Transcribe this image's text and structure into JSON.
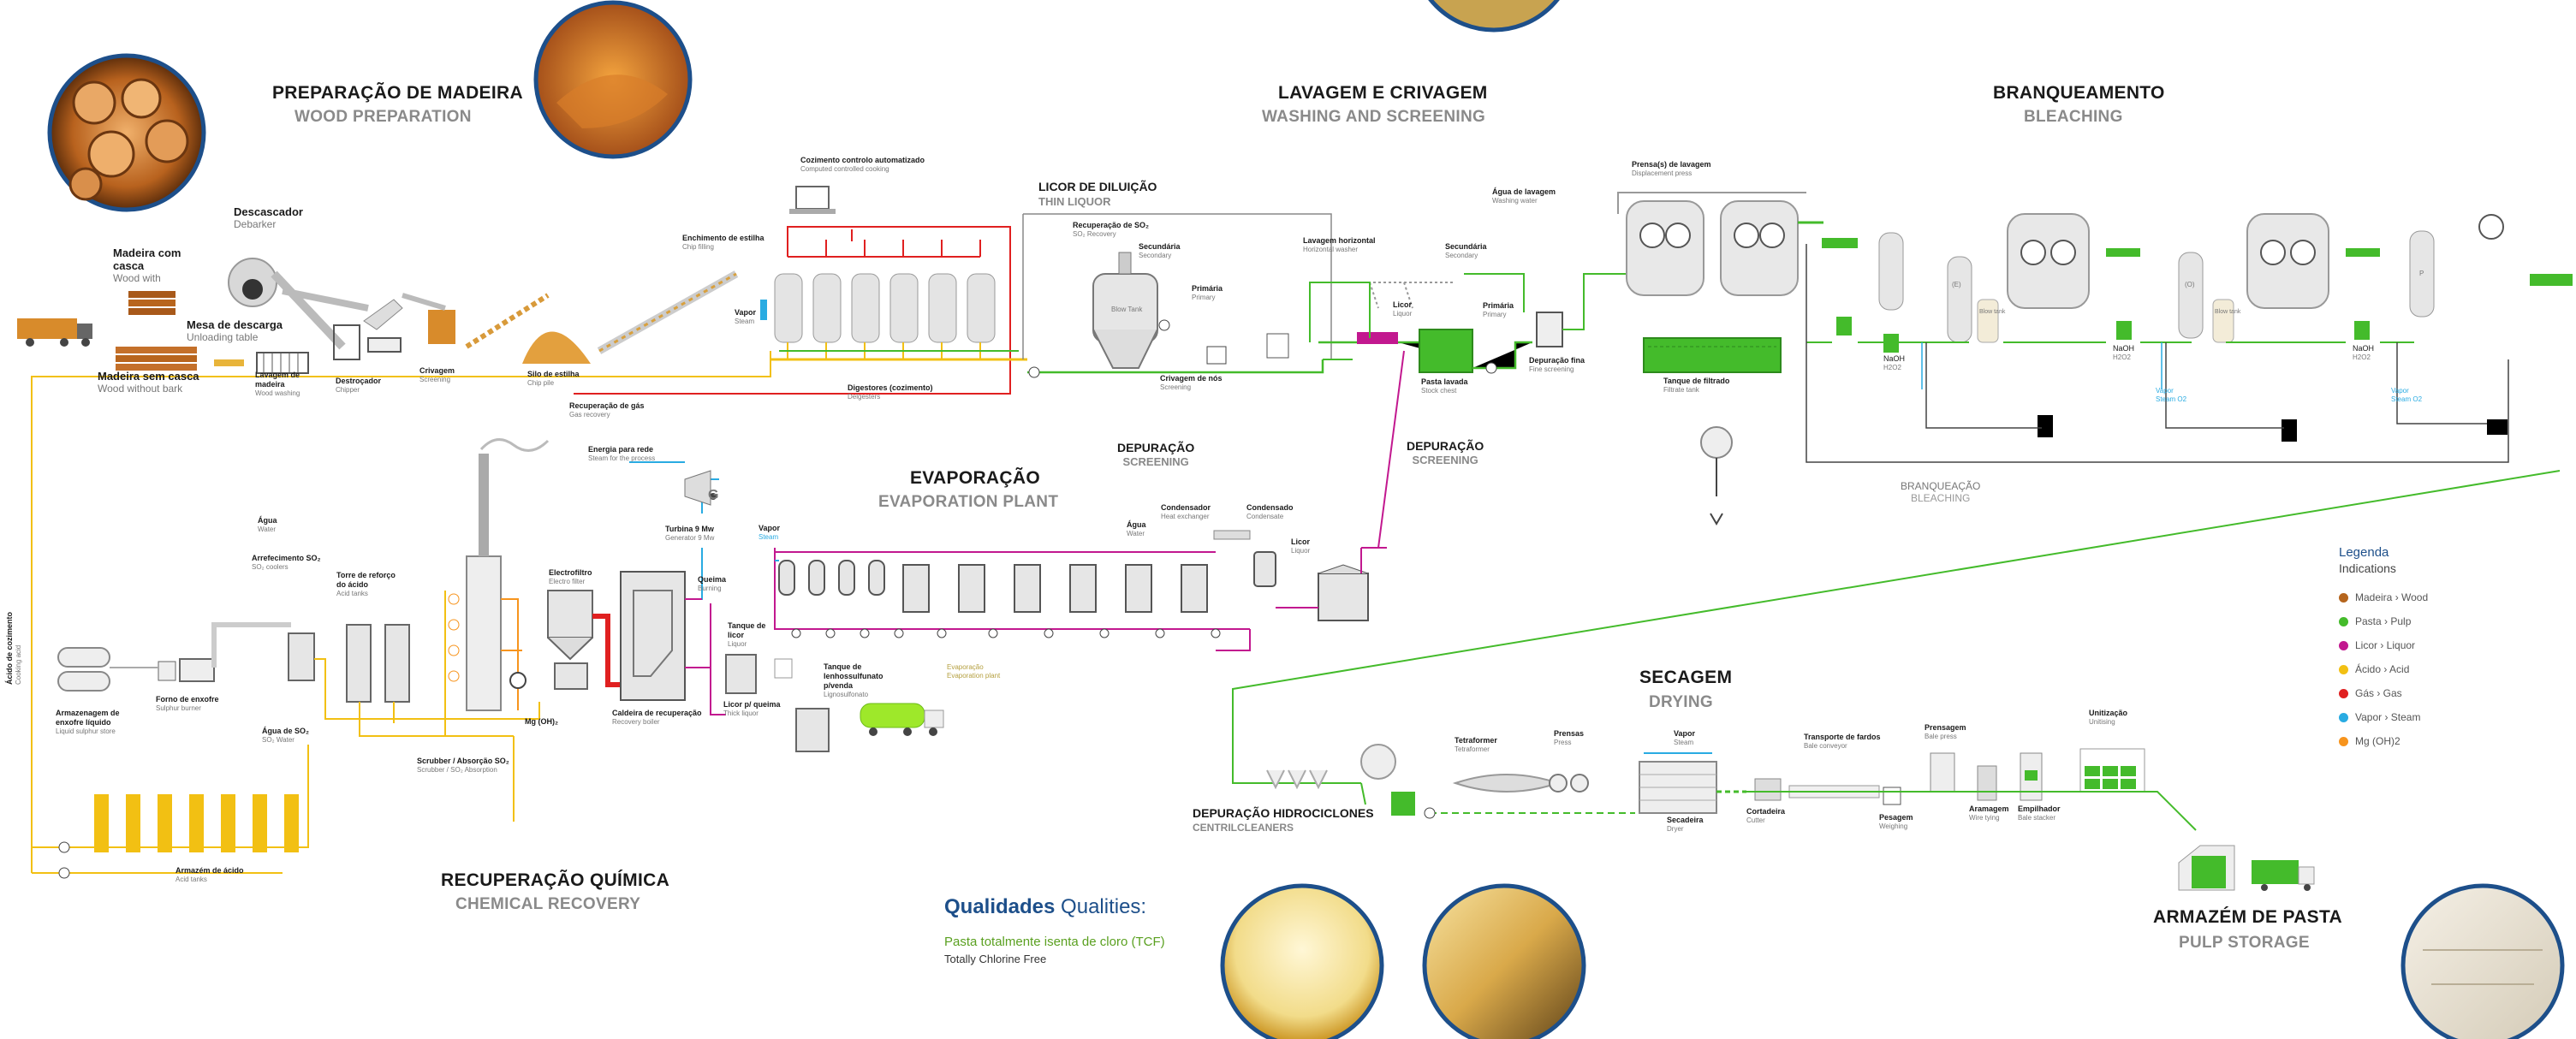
{
  "sections": {
    "wood_prep": {
      "title": "PREPARAÇÃO DE MADEIRA",
      "subtitle": "WOOD PREPARATION"
    },
    "washing": {
      "title": "LAVAGEM E CRIVAGEM",
      "subtitle": "WASHING AND SCREENING"
    },
    "bleaching": {
      "title": "BRANQUEAMENTO",
      "subtitle": "BLEACHING"
    },
    "evaporation": {
      "title": "EVAPORAÇÃO",
      "subtitle": "EVAPORATION PLANT"
    },
    "chemical": {
      "title": "RECUPERAÇÃO QUÍMICA",
      "subtitle": "CHEMICAL RECOVERY"
    },
    "drying": {
      "title": "SECAGEM",
      "subtitle": "DRYING"
    },
    "storage": {
      "title": "ARMAZÉM DE PASTA",
      "subtitle": "PULP STORAGE"
    },
    "thin_liquor": {
      "title": "LICOR DE DILUIÇÃO",
      "subtitle": "THIN LIQUOR"
    }
  },
  "labels": {
    "debarker": {
      "pt": "Descascador",
      "en": "Debarker"
    },
    "wood_with": {
      "pt": "Madeira com casca",
      "en": "Wood with"
    },
    "unloading": {
      "pt": "Mesa de descarga",
      "en": "Unloading table"
    },
    "wood_without": {
      "pt": "Madeira sem casca",
      "en": "Wood without bark"
    },
    "wood_washing": {
      "pt": "Lavagem de madeira",
      "en": "Wood washing"
    },
    "chipper": {
      "pt": "Destroçador",
      "en": "Chipper"
    },
    "screening": {
      "pt": "Crivagem",
      "en": "Screening"
    },
    "chip_pile": {
      "pt": "Silo de estilha",
      "en": "Chip pile"
    },
    "chip_filling": {
      "pt": "Enchimento de estilha",
      "en": "Chip filling"
    },
    "computed_cooking": {
      "pt": "Cozimento controlo automatizado",
      "en": "Computed controlled cooking"
    },
    "steam_vapor": {
      "pt": "Vapor",
      "en": "Steam"
    },
    "digesters": {
      "pt": "Digestores (cozimento)",
      "en": "Delgesters"
    },
    "gas_recovery": {
      "pt": "Recuperação de gás",
      "en": "Gas recovery"
    },
    "so2_recovery": {
      "pt": "Recuperação de SO₂",
      "en": "SO₂ Recovery"
    },
    "secondary": {
      "pt": "Secundária",
      "en": "Secondary"
    },
    "primary": {
      "pt": "Primária",
      "en": "Primary"
    },
    "knot_screen": {
      "pt": "Crivagem de nós",
      "en": "Screening"
    },
    "blow_tank": {
      "pt": "Blow Tank",
      "en": ""
    },
    "depuracao1": {
      "pt": "DEPURAÇÃO",
      "en": "SCREENING"
    },
    "depuracao2": {
      "pt": "DEPURAÇÃO",
      "en": "SCREENING"
    },
    "horizontal_washer": {
      "pt": "Lavagem horizontal",
      "en": "Horizontal washer"
    },
    "liquor": {
      "pt": "Licor",
      "en": "Liquor"
    },
    "secondary2": {
      "pt": "Secundária",
      "en": "Secondary"
    },
    "primary2": {
      "pt": "Primária",
      "en": "Primary"
    },
    "stock_chest": {
      "pt": "Pasta lavada",
      "en": "Stock chest"
    },
    "fine_screening": {
      "pt": "Depuração fina",
      "en": "Fine screening"
    },
    "washing_water": {
      "pt": "Água de lavagem",
      "en": "Washing water"
    },
    "displacement_press": {
      "pt": "Prensa(s) de lavagem",
      "en": "Displacement press"
    },
    "filtrate_tank": {
      "pt": "Tanque de filtrado",
      "en": "Filtrate tank"
    },
    "bleach_center": {
      "pt": "BRANQUEAÇÃO",
      "en": "BLEACHING"
    },
    "naoh1": {
      "pt": "NaOH",
      "en": "H2O2"
    },
    "naoh2": {
      "pt": "NaOH",
      "en": "H2O2"
    },
    "naoh3": {
      "pt": "NaOH",
      "en": "H2O2"
    },
    "vapor_o2_1": {
      "pt": "Vapor",
      "en": "Steam O2"
    },
    "vapor_o2_2": {
      "pt": "Vapor",
      "en": "Steam O2"
    },
    "blow_e": {
      "pt": "(E)",
      "en": "Blow tank"
    },
    "blow_o": {
      "pt": "(O)",
      "en": "Blow tank"
    },
    "blow_p": {
      "pt": "P",
      "en": ""
    },
    "energy": {
      "pt": "Energia para rede",
      "en": "Steam for the process"
    },
    "turbine": {
      "pt": "Turbina 9 Mw",
      "en": "Generator 9 Mw"
    },
    "water": {
      "pt": "Água",
      "en": "Water"
    },
    "so2_coolers": {
      "pt": "Arrefecimento SO₂",
      "en": "SO₂ coolers"
    },
    "acid_towers": {
      "pt": "Torre de reforço do ácido",
      "en": "Acid tanks"
    },
    "electro_filter": {
      "pt": "Electrofiltro",
      "en": "Electro filter"
    },
    "burning": {
      "pt": "Queima",
      "en": "Burning"
    },
    "liquor_tank": {
      "pt": "Tanque de licor",
      "en": "Liquor"
    },
    "recovery_boiler": {
      "pt": "Caldeira de recuperação",
      "en": "Recovery boiler"
    },
    "thick_liquor": {
      "pt": "Licor p/ queima",
      "en": "Thick liquor"
    },
    "lignosulfonate": {
      "pt": "Tanque de lenhossulfunato p/venda",
      "en": "Lignosulfonato"
    },
    "mg_oh": {
      "pt": "Mg (OH)₂",
      "en": ""
    },
    "scrubber": {
      "pt": "Scrubber / Absorção SO₂",
      "en": "Scrubber / SO₂ Absorption"
    },
    "so2_water": {
      "pt": "Água de SO₂",
      "en": "SO₂ Water"
    },
    "sulphur_burner": {
      "pt": "Forno de enxofre",
      "en": "Sulphur burner"
    },
    "sulphur_store": {
      "pt": "Armazenagem de enxofre líquido",
      "en": "Liquid sulphur store"
    },
    "acid_tanks": {
      "pt": "Armazém de ácido",
      "en": "Acid tanks"
    },
    "cooking_acid": {
      "pt": "Ácido de cozimento",
      "en": "Cooking acid"
    },
    "vapor_steam": {
      "pt": "Vapor",
      "en": "Steam"
    },
    "water2": {
      "pt": "Água",
      "en": "Water"
    },
    "heat_exchanger": {
      "pt": "Condensador",
      "en": "Heat exchanger"
    },
    "condensate": {
      "pt": "Condensado",
      "en": "Condensate"
    },
    "liquor2": {
      "pt": "Licor",
      "en": "Liquor"
    },
    "evap_plant_note": {
      "pt": "Evaporação",
      "en": "Evaporation plant"
    },
    "centricleaners": {
      "pt": "DEPURAÇÃO HIDROCICLONES",
      "en": "CENTRILCLEANERS"
    },
    "tetraformer": {
      "pt": "Tetraformer",
      "en": "Tetraformer"
    },
    "press": {
      "pt": "Prensas",
      "en": "Press"
    },
    "vapor_dry": {
      "pt": "Vapor",
      "en": "Steam"
    },
    "dryer": {
      "pt": "Secadeira",
      "en": "Dryer"
    },
    "cutter": {
      "pt": "Cortadeira",
      "en": "Cutter"
    },
    "bale_conveyor": {
      "pt": "Transporte de fardos",
      "en": "Bale conveyor"
    },
    "weighing": {
      "pt": "Pesagem",
      "en": "Weighing"
    },
    "bale_press": {
      "pt": "Prensagem",
      "en": "Bale press"
    },
    "wire_tying": {
      "pt": "Aramagem",
      "en": "Wire tying"
    },
    "bale_stacker": {
      "pt": "Empilhador",
      "en": "Bale stacker"
    },
    "unitising": {
      "pt": "Unitização",
      "en": "Unitising"
    }
  },
  "legend": {
    "title_pt": "Legenda",
    "title_en": "Indications",
    "items": [
      {
        "label": "Madeira › Wood",
        "color": "#b5651d"
      },
      {
        "label": "Pasta › Pulp",
        "color": "#44bb2b"
      },
      {
        "label": "Licor › Liquor",
        "color": "#c2188f"
      },
      {
        "label": "Ácido › Acid",
        "color": "#f2c013"
      },
      {
        "label": "Gás › Gas",
        "color": "#e02020"
      },
      {
        "label": "Vapor › Steam",
        "color": "#29abe2"
      },
      {
        "label": "Mg (OH)2",
        "color": "#f7941d"
      }
    ]
  },
  "qualities": {
    "title_pt": "Qualidades",
    "title_en": "Qualities:",
    "line1": "Pasta totalmente isenta de cloro (TCF)",
    "line2": "Totally Chlorine Free"
  },
  "colors": {
    "wood": "#b5651d",
    "pulp": "#44bb2b",
    "liquor": "#c2188f",
    "acid": "#f2c013",
    "gas": "#e02020",
    "steam": "#29abe2",
    "mg": "#f7941d",
    "photo_ring": "#1d4f8a",
    "blue_title": "#1d4f8a"
  }
}
